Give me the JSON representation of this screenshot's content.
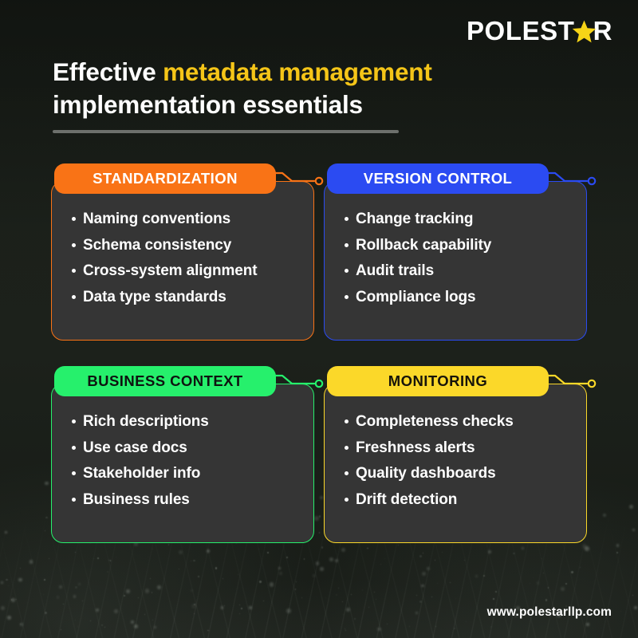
{
  "brand": {
    "logo_text_before": "POLEST",
    "logo_icon": "star-icon",
    "logo_text_after": "R",
    "star_color": "#F7D417"
  },
  "title": {
    "line1_plain": "Effective ",
    "line1_highlight": "metadata management",
    "line2": "implementation essentials",
    "highlight_color": "#F5C518",
    "rule_color": "#6D706C"
  },
  "cards": [
    {
      "id": "standardization",
      "header": "STANDARDIZATION",
      "accent": "#F97316",
      "header_text_color": "#FFFFFF",
      "items": [
        "Naming conventions",
        "Schema consistency",
        "Cross-system alignment",
        "Data type standards"
      ]
    },
    {
      "id": "version-control",
      "header": "VERSION CONTROL",
      "accent": "#2B4BF2",
      "header_text_color": "#FFFFFF",
      "items": [
        "Change tracking",
        "Rollback capability",
        "Audit trails",
        "Compliance logs"
      ]
    },
    {
      "id": "business-context",
      "header": "BUSINESS CONTEXT",
      "accent": "#26F06C",
      "header_text_color": "#0E1410",
      "items": [
        "Rich descriptions",
        "Use case docs",
        "Stakeholder info",
        "Business rules"
      ]
    },
    {
      "id": "monitoring",
      "header": "MONITORING",
      "accent": "#FBD829",
      "header_text_color": "#17140A",
      "items": [
        "Completeness checks",
        "Freshness alerts",
        "Quality dashboards",
        "Drift detection"
      ]
    }
  ],
  "footer": {
    "website": "www.polestarllp.com"
  },
  "background": {
    "color": "#1C211B"
  }
}
